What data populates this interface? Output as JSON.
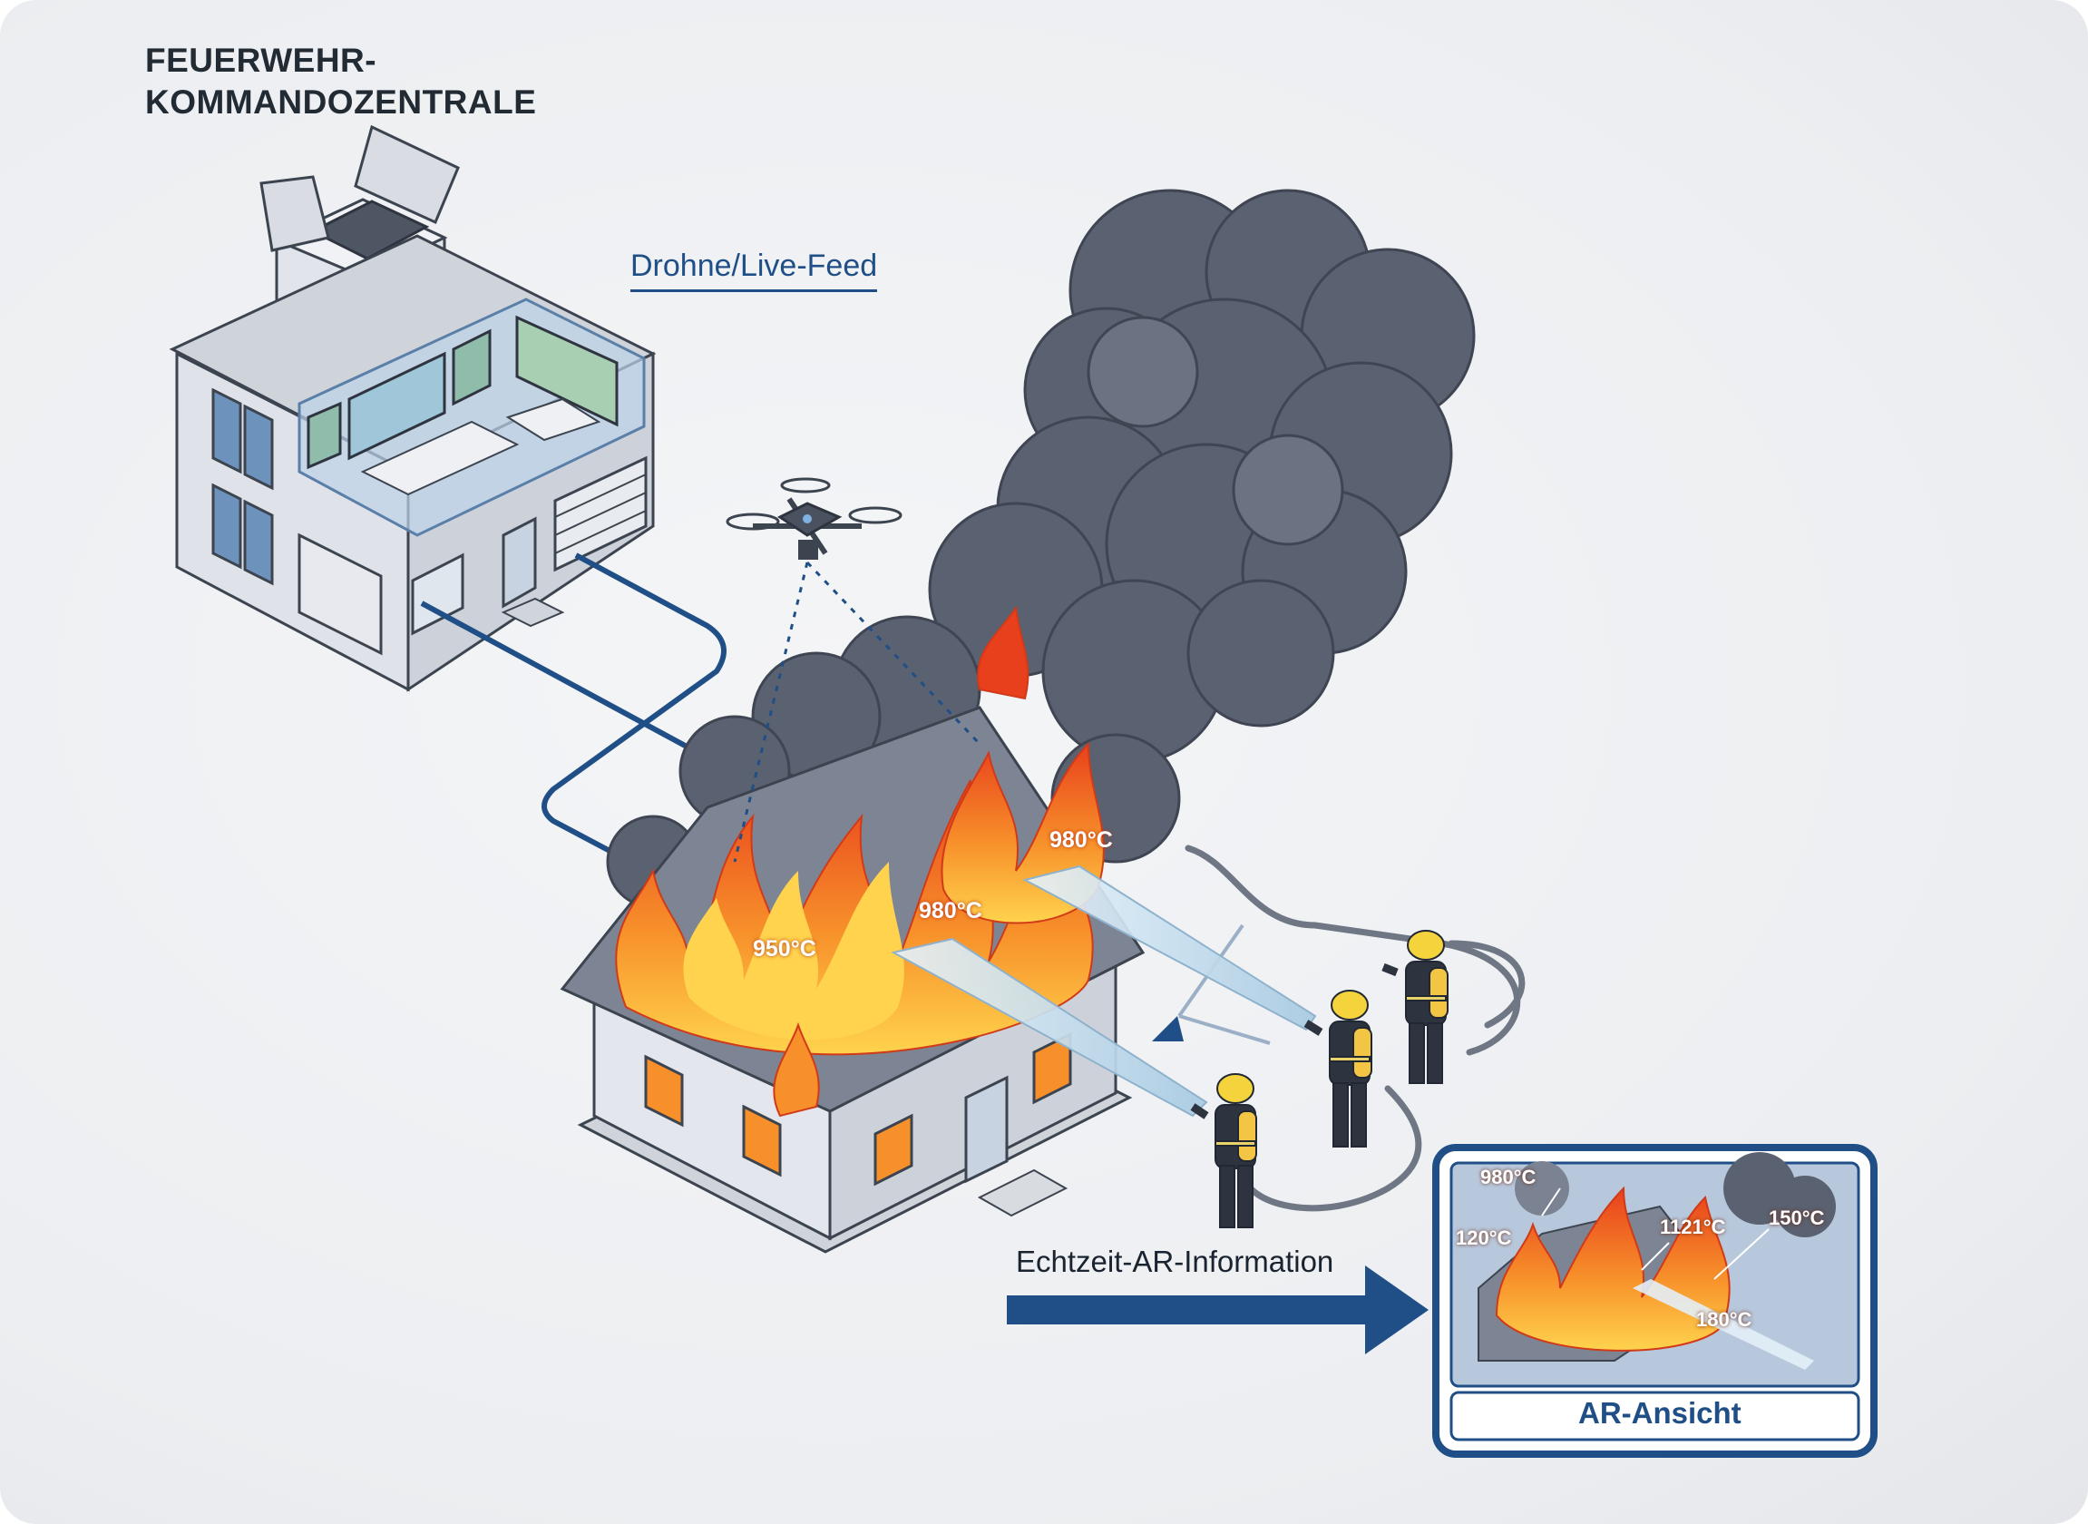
{
  "title": {
    "line1": "FEUERWEHR-",
    "line2": "KOMMANDOZENTRALE"
  },
  "labels": {
    "drone_feed": "Drohne/Live-Feed",
    "ar_information": "Echtzeit-AR-Information",
    "ar_view": "AR-Ansicht"
  },
  "scene_temperatures": [
    "950°C",
    "980°C",
    "980°C"
  ],
  "ar_temperatures": [
    "980°C",
    "120°C",
    "1121°C",
    "150°C",
    "180°C"
  ],
  "colors": {
    "arrow_blue": "#1f4f86",
    "smoke": "#5a6170",
    "fire_red": "#e8401c",
    "fire_orange": "#f7902a",
    "fire_yellow": "#ffd34d",
    "building_wall": "#e3e6ec",
    "roof": "#7d8594"
  },
  "icons": [
    "command-center-building-icon",
    "drone-icon",
    "burning-house-icon",
    "firefighter-icon",
    "ar-display-icon",
    "arrow-icon"
  ]
}
